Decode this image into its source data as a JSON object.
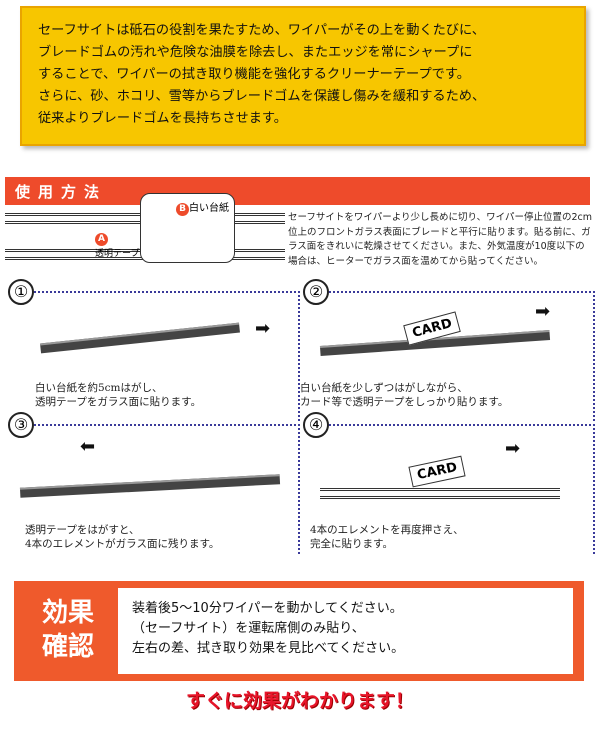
{
  "intro": [
    "セーフサイトは砥石の役割を果たすため、ワイパーがその上を動くたびに、",
    "ブレードゴムの汚れや危険な油膜を除去し、またエッジを常にシャープに",
    "することで、ワイパーの拭き取り機能を強化するクリーナーテープです。",
    "さらに、砂、ホコリ、雪等からブレードゴムを保護し傷みを緩和するため、",
    "従来よりブレードゴムを長持ちさせます。"
  ],
  "howto": {
    "title": "使用方法",
    "label_a": "A",
    "label_b": "B",
    "tape_label": "透明テープ",
    "paper_label": "白い台紙",
    "instructions": "セーフサイトをワイパーより少し長めに切り、ワイパー停止位置の2cm位上のフロントガラス表面にブレードと平行に貼ります。貼る前に、ガラス面をきれいに乾燥させてください。また、外気温度が10度以下の場合は、ヒーターでガラス面を温めてから貼ってください。"
  },
  "steps": [
    {
      "num": "①",
      "caption": [
        "白い台紙を約5cmはがし、",
        "透明テープをガラス面に貼ります。"
      ]
    },
    {
      "num": "②",
      "caption": [
        "白い台紙を少しずつはがしながら、",
        "カード等で透明テープをしっかり貼ります。"
      ],
      "card": "CARD"
    },
    {
      "num": "③",
      "caption": [
        "透明テープをはがすと、",
        "4本のエレメントがガラス面に残ります。"
      ]
    },
    {
      "num": "④",
      "caption": [
        "4本のエレメントを再度押さえ、",
        "完全に貼ります。"
      ],
      "card": "CARD"
    }
  ],
  "effect": {
    "badge": [
      "効果",
      "確認"
    ],
    "lines": [
      "装着後5～10分ワイパーを動かしてください。",
      "（セーフサイト）を運転席側のみ貼り、",
      "左右の差、拭き取り効果を見比べてください。"
    ]
  },
  "tagline": "すぐに効果がわかります！"
}
